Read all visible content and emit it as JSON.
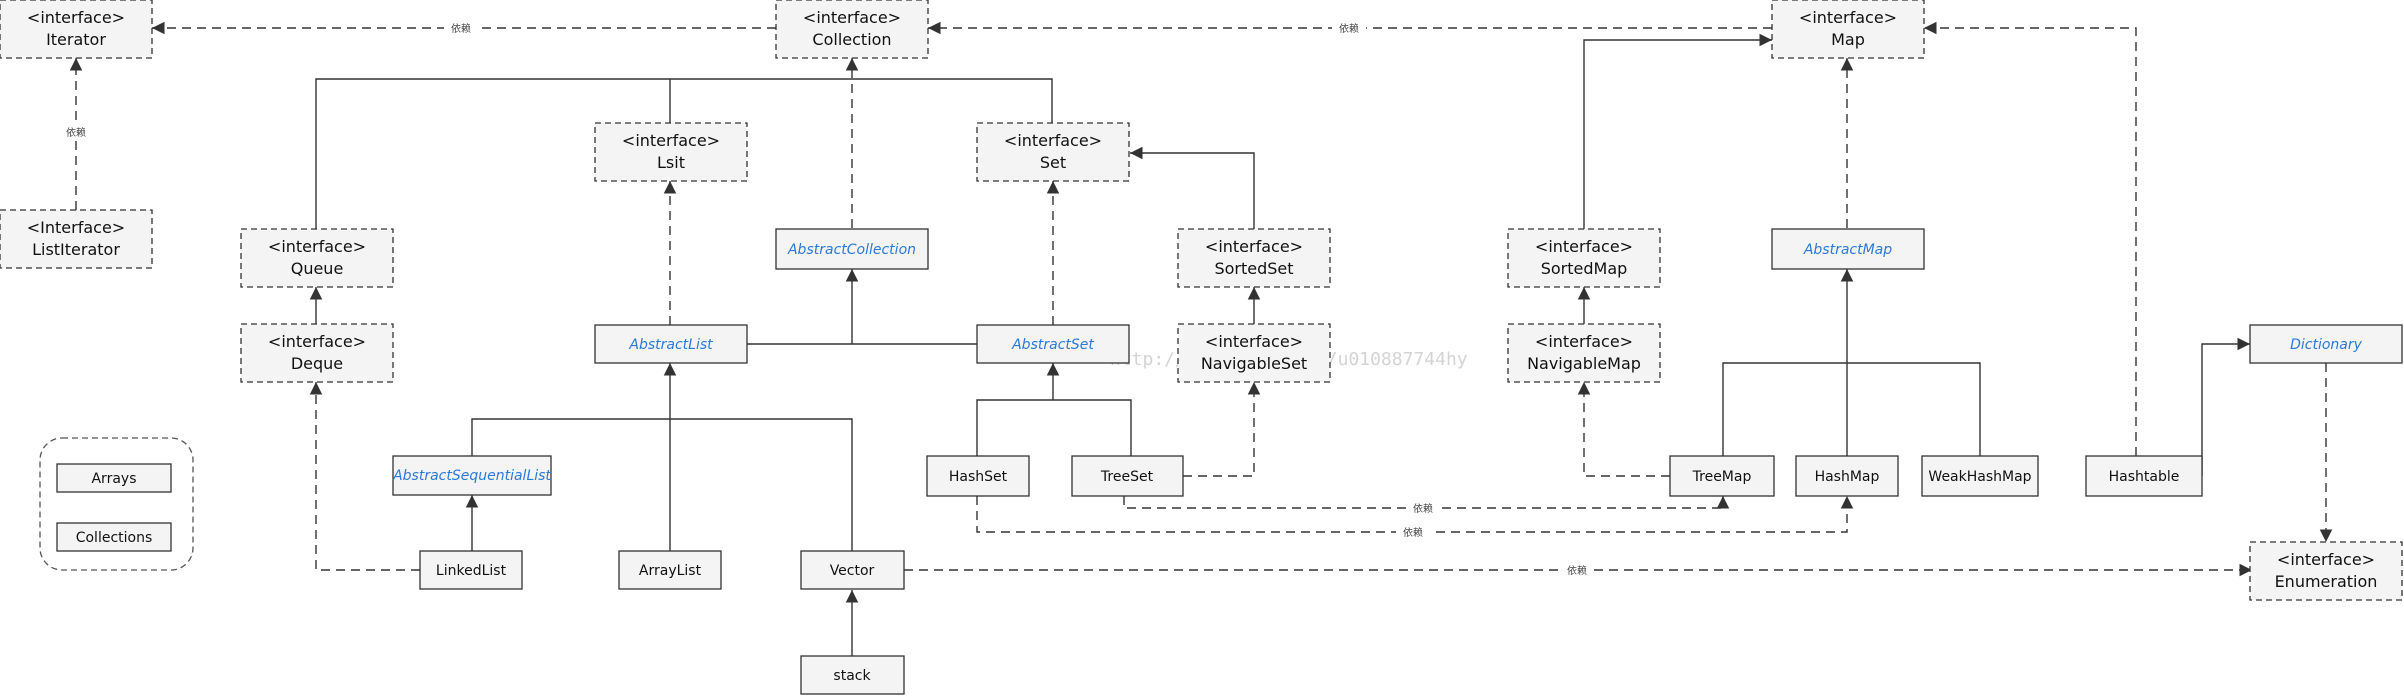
{
  "nodes": {
    "iterator": {
      "line1": "<interface>",
      "line2": "Iterator"
    },
    "listiterator": {
      "line1": "<Interface>",
      "line2": "ListIterator"
    },
    "collection": {
      "line1": "<interface>",
      "line2": "Collection"
    },
    "map": {
      "line1": "<interface>",
      "line2": "Map"
    },
    "lsit": {
      "line1": "<interface>",
      "line2": "Lsit"
    },
    "set": {
      "line1": "<interface>",
      "line2": "Set"
    },
    "queue": {
      "line1": "<interface>",
      "line2": "Queue"
    },
    "deque": {
      "line1": "<interface>",
      "line2": "Deque"
    },
    "sortedset": {
      "line1": "<interface>",
      "line2": "SortedSet"
    },
    "navigableset": {
      "line1": "<interface>",
      "line2": "NavigableSet"
    },
    "sortedmap": {
      "line1": "<interface>",
      "line2": "SortedMap"
    },
    "navigablemap": {
      "line1": "<interface>",
      "line2": "NavigableMap"
    },
    "enumeration": {
      "line1": "<interface>",
      "line2": "Enumeration"
    },
    "abstractcollection": {
      "label": "AbstractCollection"
    },
    "abstractlist": {
      "label": "AbstractList"
    },
    "abstractset": {
      "label": "AbstractSet"
    },
    "abstractmap": {
      "label": "AbstractMap"
    },
    "abstractsequentiallist": {
      "label": "AbstractSequentialList"
    },
    "dictionary": {
      "label": "Dictionary"
    },
    "hashset": {
      "label": "HashSet"
    },
    "treeset": {
      "label": "TreeSet"
    },
    "treemap": {
      "label": "TreeMap"
    },
    "hashmap": {
      "label": "HashMap"
    },
    "weakhashmap": {
      "label": "WeakHashMap"
    },
    "hashtable": {
      "label": "Hashtable"
    },
    "linkedlist": {
      "label": "LinkedList"
    },
    "arraylist": {
      "label": "ArrayList"
    },
    "vector": {
      "label": "Vector"
    },
    "stack": {
      "label": "stack"
    },
    "arrays": {
      "label": "Arrays"
    },
    "collections": {
      "label": "Collections"
    }
  },
  "edge_labels": {
    "collection_iterator": "依赖",
    "listiterator_iterator": "依赖",
    "map_collection": "依赖",
    "treeset_treemap": "依赖",
    "hashset_hashmap": "依赖",
    "vector_enumeration": "依赖"
  },
  "watermark": "http://blog.csdn.net/u010887744hy"
}
